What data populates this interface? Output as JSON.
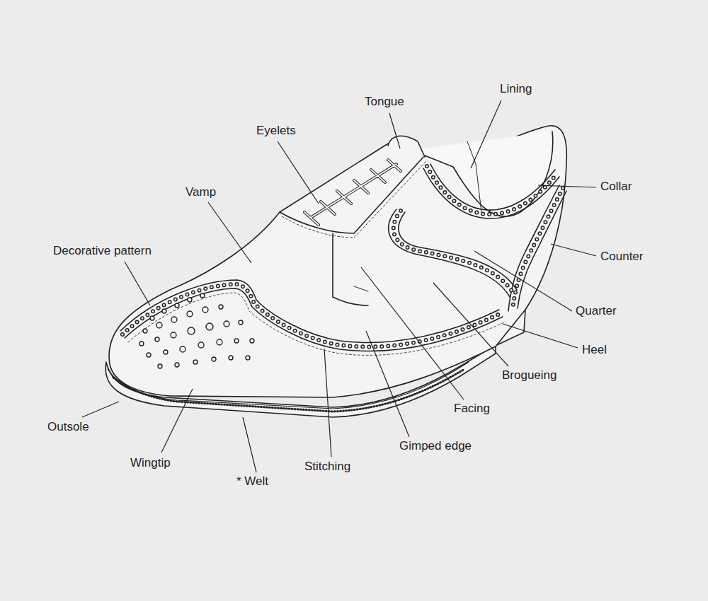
{
  "diagram": {
    "labels": [
      "Tongue",
      "Lining",
      "Eyelets",
      "Collar",
      "Vamp",
      "Decorative pattern",
      "Counter",
      "Quarter",
      "Heel",
      "Brogueing",
      "Facing",
      "Outsole",
      "Wingtip",
      "* Welt",
      "Stitching",
      "Gimped edge"
    ]
  }
}
